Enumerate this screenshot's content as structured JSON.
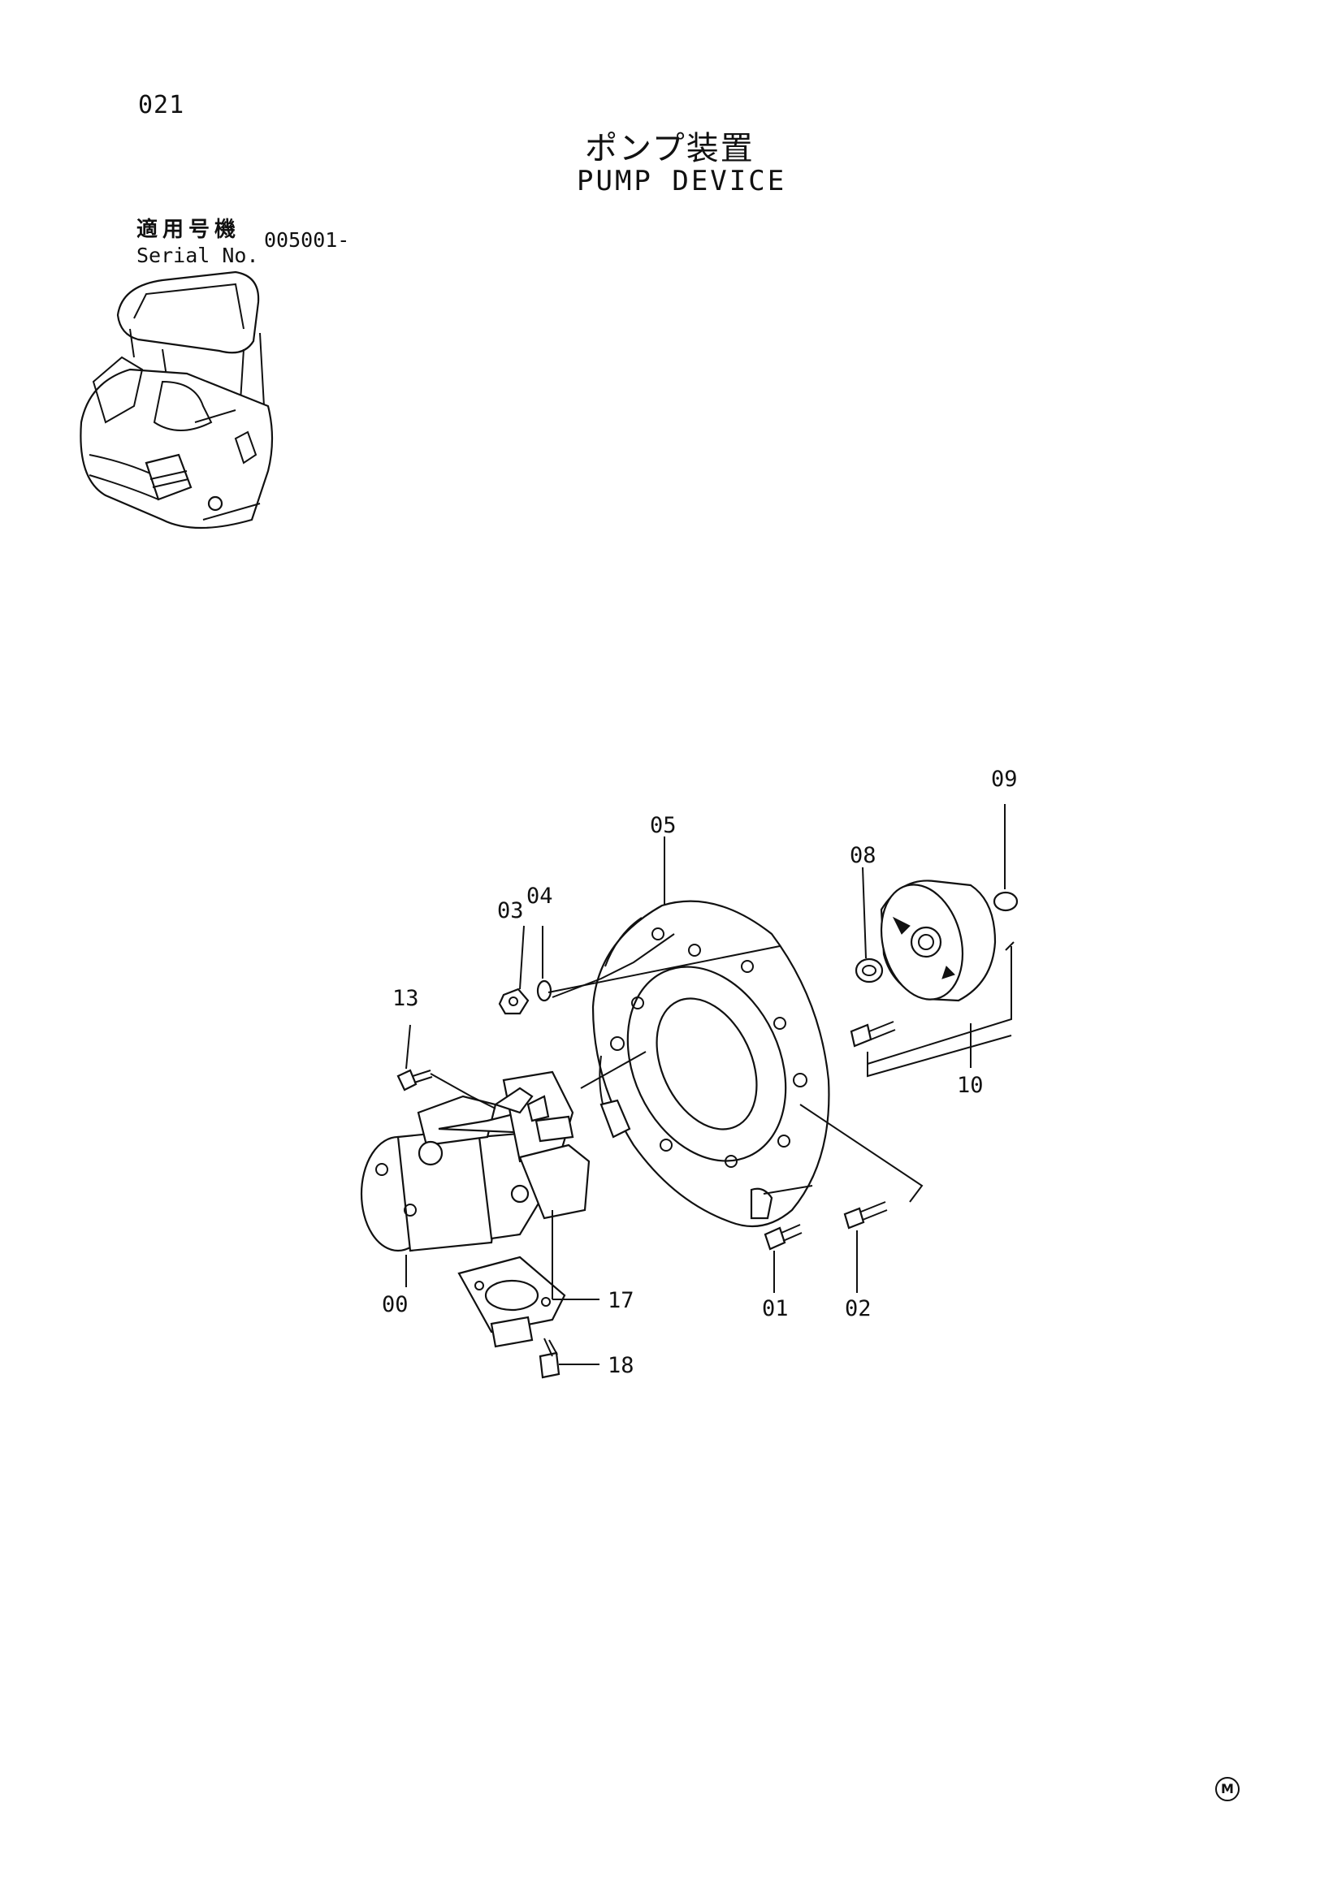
{
  "header": {
    "page_number": "021",
    "title_jp": "ポンプ装置",
    "title_en": "PUMP DEVICE",
    "serial_label_jp": "適用号機",
    "serial_label_en": "Serial No.",
    "serial_value": "005001-"
  },
  "callouts": {
    "c00": "00",
    "c01": "01",
    "c02": "02",
    "c03": "03",
    "c04": "04",
    "c05": "05",
    "c08": "08",
    "c09": "09",
    "c10": "10",
    "c13": "13",
    "c17": "17",
    "c18": "18"
  },
  "footer": {
    "mark": "M"
  }
}
